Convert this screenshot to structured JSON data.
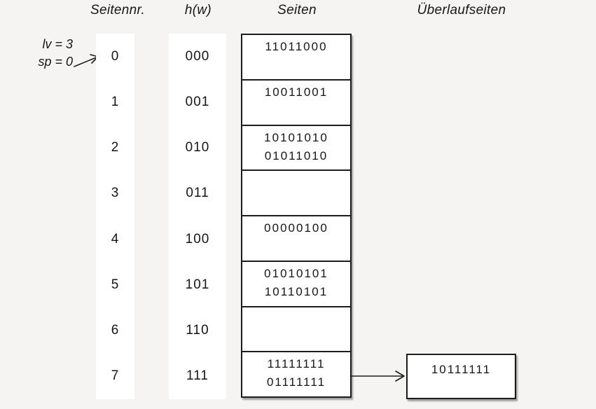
{
  "headers": {
    "seitennr": "Seitennr.",
    "hw": "h(w)",
    "seiten": "Seiten",
    "ueberlauf": "Überlaufseiten"
  },
  "annotation": {
    "lv": "lv = 3",
    "sp": "sp = 0"
  },
  "rows": [
    {
      "num": "0",
      "hash": "000",
      "lines": [
        "11011000"
      ]
    },
    {
      "num": "1",
      "hash": "001",
      "lines": [
        "10011001"
      ]
    },
    {
      "num": "2",
      "hash": "010",
      "lines": [
        "10101010",
        "01011010"
      ]
    },
    {
      "num": "3",
      "hash": "011",
      "lines": []
    },
    {
      "num": "4",
      "hash": "100",
      "lines": [
        "00000100"
      ]
    },
    {
      "num": "5",
      "hash": "101",
      "lines": [
        "01010101",
        "10110101"
      ]
    },
    {
      "num": "6",
      "hash": "110",
      "lines": []
    },
    {
      "num": "7",
      "hash": "111",
      "lines": [
        "11111111",
        "01111111"
      ]
    }
  ],
  "overflow": {
    "attached_to_row": "7",
    "lines": [
      "10111111"
    ]
  },
  "icons": {
    "sp_pointer_arrow": "diagonal-arrow-pointing-to-page-0",
    "overflow_link_arrow": "horizontal-arrow-bucket7-to-overflow"
  },
  "colors": {
    "background": "#f5f4f2",
    "box_fill": "#ffffff",
    "line": "#1c1c1c"
  }
}
